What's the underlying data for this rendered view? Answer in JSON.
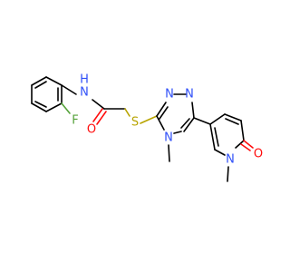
{
  "molecule": {
    "colors": {
      "bond": "#000000",
      "nitrogen": "#3050f8",
      "oxygen": "#ff0d0d",
      "sulfur": "#b8a400",
      "fluorine": "#55a23a"
    },
    "labels": {
      "amide_nh": "H",
      "amide_n": "N",
      "carbonyl_o": "O",
      "fluorine": "F",
      "thioether_s": "S",
      "triazole_n1": "N",
      "triazole_n2": "N",
      "triazole_n4": "N",
      "pyridone_n": "N",
      "pyridone_o": "O"
    }
  }
}
